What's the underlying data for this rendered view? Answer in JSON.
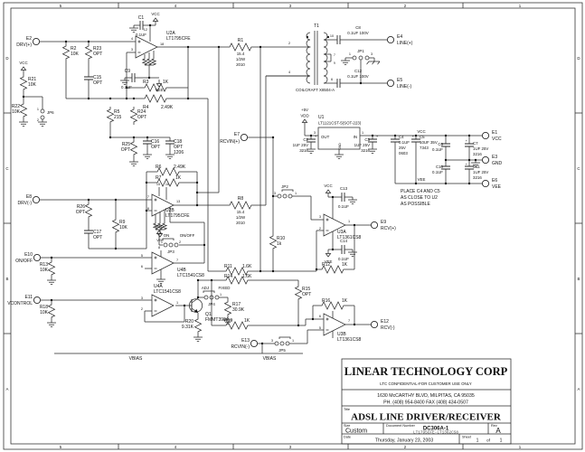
{
  "border": {
    "cols": [
      "5",
      "4",
      "3",
      "2",
      "1"
    ],
    "rows": [
      "D",
      "C",
      "B",
      "A"
    ]
  },
  "title_block": {
    "company": "LINEAR TECHNOLOGY CORP",
    "confidential": "LTC CONFIDENTIAL-FOR CUSTOMER USE ONLY",
    "address1": "1630 McCARTHY BLVD, MILPITAS, CA 95035",
    "address2": "PH. (408) 954-8400  FAX (408) 434-0507",
    "title_label": "Title",
    "title": "ADSL LINE DRIVER/RECEIVER",
    "size_label": "Size",
    "size": "Custom",
    "doc_label": "Document Number",
    "doc_number": "DC306A-1",
    "doc_sub": "LT1795CFE-LT1362CS8",
    "rev_label": "Rev",
    "rev": "A",
    "date_label": "Date",
    "date": "Thursday, January 23, 2003",
    "sheet_label": "Sheet",
    "sheet_no": "1",
    "of_label": "of",
    "sheet_total": "1"
  },
  "note": [
    "PLACE C4 AND C5",
    "AS CLOSE TO U2",
    "AS POSSIBLE"
  ],
  "nets": {
    "vcc": "VCC",
    "vee": "VEE",
    "vdd": "VDD",
    "p5v": "+5V",
    "vbias": "VBIAS"
  },
  "c": {
    "e1": {
      "l": [
        "E1",
        "VCC"
      ]
    },
    "e2": {
      "l": [
        "E2",
        "DRV(+)"
      ]
    },
    "e3": {
      "l": [
        "E3",
        "GND"
      ]
    },
    "e4": {
      "l": [
        "E4",
        "LINE(+)"
      ]
    },
    "e5": {
      "l": [
        "E5",
        "LINE(-)"
      ]
    },
    "e6": {
      "l": [
        "E6",
        "VEE"
      ]
    },
    "e7": {
      "l": [
        "E7",
        "RCVIN(+)"
      ]
    },
    "e8": {
      "l": [
        "E8",
        "DRV(-)"
      ]
    },
    "e9": {
      "l": [
        "E9",
        "RCV(+)"
      ]
    },
    "e10": {
      "l": [
        "E10",
        "ON/OFF"
      ]
    },
    "e11": {
      "l": [
        "E11",
        "VCONTROL"
      ]
    },
    "e12": {
      "l": [
        "E12",
        "RCV(-)"
      ]
    },
    "e13": {
      "l": [
        "E13",
        "RCVIN(-)"
      ]
    },
    "u1": {
      "l": [
        "U1",
        "LT1121CST-5(SOT-223)"
      ],
      "body": [
        "OUT",
        "IN",
        "GND"
      ],
      "pins": [
        "3",
        "1"
      ]
    },
    "u2a": {
      "l": [
        "U2A",
        "LT1795CFE"
      ],
      "pins": [
        "12",
        "4",
        "3",
        "18"
      ]
    },
    "u2b": {
      "l": [
        "U2B",
        "LT1795CFE"
      ],
      "pins": [
        "15",
        "16",
        "7",
        "8",
        "13"
      ]
    },
    "u3a": {
      "l": [
        "U3A",
        "LT1361CS8"
      ],
      "pins": [
        "3",
        "2",
        "1"
      ]
    },
    "u3b": {
      "l": [
        "U3B",
        "LT1361CS8"
      ],
      "pins": [
        "6",
        "5",
        "7"
      ]
    },
    "u4a": {
      "l": [
        "U4A",
        "LTC1541CS8"
      ],
      "pins": [
        "3",
        "2",
        "1"
      ]
    },
    "u4b": {
      "l": [
        "U4B",
        "LTC1541CS8"
      ],
      "pins": [
        "8",
        "5",
        "6",
        "7"
      ]
    },
    "q1": {
      "l": [
        "Q1",
        "FMMT3904"
      ]
    },
    "t1": {
      "l": [
        "T1",
        "COILCRAFT X8504-A"
      ],
      "pins": [
        "2",
        "4",
        "10",
        "7",
        "9",
        "6"
      ]
    },
    "r1": {
      "l": [
        "R1",
        "15.4",
        "1/2W",
        "2010"
      ]
    },
    "r2": {
      "l": [
        "R2",
        "10K"
      ]
    },
    "r3": {
      "l": [
        "R3",
        "1K"
      ]
    },
    "r4": {
      "l": [
        "R4",
        "2.49K"
      ]
    },
    "r5": {
      "l": [
        "R5",
        "215"
      ]
    },
    "r6": {
      "l": [
        "R6",
        "2.49K"
      ]
    },
    "r7": {
      "l": [
        "R7",
        "1K"
      ]
    },
    "r8": {
      "l": [
        "R8",
        "15.4",
        "1/2W",
        "2010"
      ]
    },
    "r9": {
      "l": [
        "R9",
        "10K"
      ]
    },
    "r10": {
      "l": [
        "R10",
        "1k"
      ]
    },
    "r11": {
      "l": [
        "R11",
        "1.6K"
      ]
    },
    "r12": {
      "l": [
        "R12",
        "1K"
      ]
    },
    "r13": {
      "l": [
        "R13",
        "10K"
      ]
    },
    "r14": {
      "l": [
        "R14",
        "1.6K"
      ]
    },
    "r15": {
      "l": [
        "R15",
        "OPT"
      ]
    },
    "r16": {
      "l": [
        "R16",
        "1K"
      ]
    },
    "r17": {
      "l": [
        "R17",
        "30.9K"
      ]
    },
    "r18": {
      "l": [
        "R18",
        "10K"
      ]
    },
    "r19": {
      "l": [
        "R19",
        "1K"
      ]
    },
    "r20": {
      "l": [
        "R20",
        "9.31K"
      ]
    },
    "r21": {
      "l": [
        "R21",
        "10K"
      ]
    },
    "r22": {
      "l": [
        "R22",
        "10K"
      ]
    },
    "r23": {
      "l": [
        "R23",
        "OPT"
      ]
    },
    "r24": {
      "l": [
        "R24",
        "OPT"
      ]
    },
    "r25": {
      "l": [
        "R25",
        "OPT"
      ]
    },
    "r26": {
      "l": [
        "R26",
        "OPT"
      ]
    },
    "c1": {
      "l": [
        "C1",
        "0.1UF"
      ]
    },
    "c2": {
      "l": [
        "C2",
        "1UF 25V",
        "3216"
      ]
    },
    "c3": {
      "l": [
        "C3",
        "1UF 25V",
        "3216"
      ]
    },
    "c4": {
      "l": [
        "C4",
        "0.1UF",
        "25V",
        "0603"
      ]
    },
    "c5": {
      "l": [
        "C5",
        "10UF 35V",
        "7343"
      ]
    },
    "c6": {
      "l": [
        "C6",
        "0.1UF"
      ]
    },
    "c7": {
      "l": [
        "C7",
        "1UF 25V",
        "3216"
      ]
    },
    "c8": {
      "l": [
        "C8",
        "0.1UF 100V"
      ]
    },
    "c9": {
      "l": [
        "C9",
        "0.1UF"
      ]
    },
    "c10": {
      "l": [
        "C10",
        "0.1UF"
      ]
    },
    "c11": {
      "l": [
        "C11",
        "1UF 25V",
        "3216"
      ]
    },
    "c12": {
      "l": [
        "C12",
        "0.1UF 100V"
      ]
    },
    "c13": {
      "l": [
        "C13",
        "0.1UF"
      ]
    },
    "c14": {
      "l": [
        "C14",
        "0.1UF"
      ]
    },
    "c15": {
      "l": [
        "C15",
        "OPT"
      ]
    },
    "c16": {
      "l": [
        "C16",
        "OPT"
      ]
    },
    "c17": {
      "l": [
        "C17",
        "OPT"
      ]
    },
    "c18": {
      "l": [
        "C18",
        "OPT",
        "1206"
      ]
    },
    "jp1": {
      "l": [
        "JP1"
      ],
      "pins": [
        "1",
        "3"
      ]
    },
    "jp2": {
      "l": [
        "JP2"
      ],
      "pins": [
        "3",
        "1"
      ]
    },
    "jp3": {
      "l": [
        "JP3"
      ],
      "pins": [
        "1",
        "2"
      ],
      "opts": [
        "ON",
        "ON/OFF"
      ]
    },
    "jp4": {
      "l": [
        "JP4"
      ],
      "pins": [
        "1"
      ],
      "opts": [
        "ADJ",
        "FIXED"
      ]
    },
    "jp5": {
      "l": [
        "JP5"
      ],
      "pins": [
        "3",
        "1"
      ]
    },
    "jp6": {
      "l": [
        "JP6"
      ],
      "pins": [
        "1",
        "2"
      ]
    }
  }
}
